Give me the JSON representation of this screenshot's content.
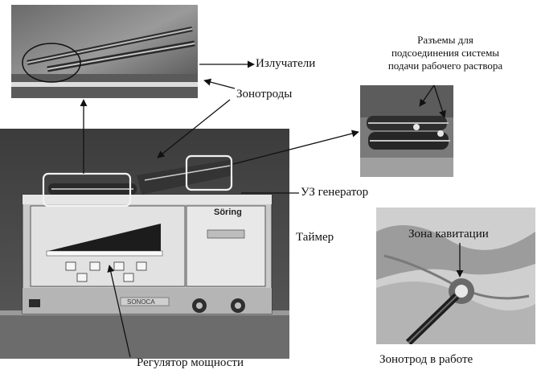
{
  "labels": {
    "emitters": "Излучатели",
    "sonotrodes": "Зонотроды",
    "connectors": "Разъемы  для\nподсоединения  системы\nподачи  рабочего раствора",
    "us_generator": "УЗ генератор",
    "timer": "Таймер",
    "cavitation_zone": "Зона  кавитации",
    "power_regulator": "Регулятор   мощности",
    "sonotrode_in_work": "Зонотрод в работе"
  },
  "device": {
    "brand": "Söring",
    "model": "SONOCA"
  },
  "colors": {
    "photo_dark": "#3a3a3a",
    "photo_mid": "#8a8a8a",
    "photo_light": "#d8d8d8",
    "highlight_box": "#f2f2f2"
  }
}
